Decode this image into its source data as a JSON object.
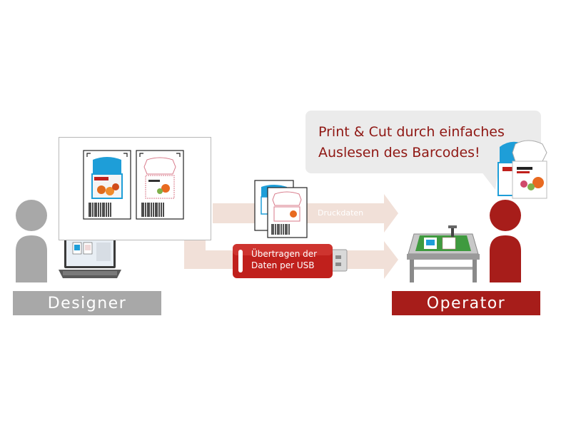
{
  "roles": {
    "designer": "Designer",
    "operator": "Operator"
  },
  "bubble": {
    "line1": "Print & Cut durch einfaches",
    "line2": "Auslesen des Barcodes!"
  },
  "arrow_upper_label": "Druckdaten",
  "usb": {
    "line1": "Übertragen der",
    "line2": "Daten per USB"
  },
  "colors": {
    "designer_gray": "#a8a8a8",
    "operator_red": "#a71d1a",
    "arrow_fill": "#f1e0d8",
    "bubble_text": "#8f1713",
    "usb_red": "#c0201c",
    "package_blue": "#1e9ed8"
  },
  "icons": [
    "designer-person-icon",
    "operator-person-icon",
    "laptop-icon",
    "print-sheet-icon",
    "usb-stick-icon",
    "plotter-icon",
    "package-icon"
  ]
}
